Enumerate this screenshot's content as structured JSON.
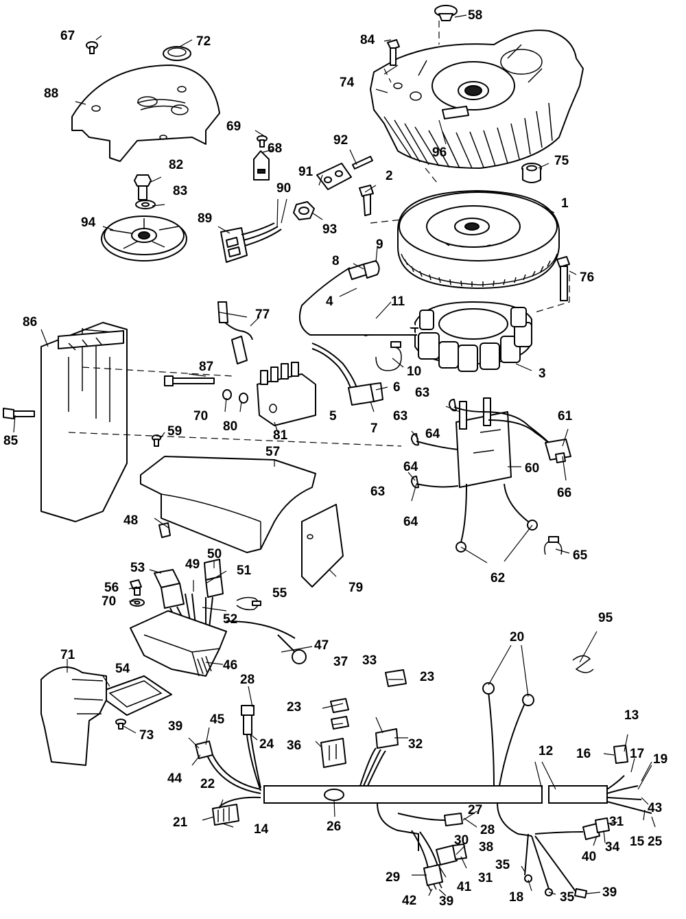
{
  "callouts": [
    "1",
    "2",
    "3",
    "4",
    "5",
    "6",
    "7",
    "8",
    "9",
    "10",
    "11",
    "12",
    "13",
    "14",
    "15",
    "16",
    "17",
    "18",
    "19",
    "20",
    "21",
    "22",
    "23",
    "23",
    "24",
    "25",
    "26",
    "27",
    "28",
    "28",
    "29",
    "30",
    "31",
    "31",
    "32",
    "33",
    "34",
    "35",
    "35",
    "36",
    "37",
    "38",
    "39",
    "39",
    "39",
    "40",
    "41",
    "42",
    "43",
    "44",
    "45",
    "46",
    "47",
    "48",
    "49",
    "50",
    "51",
    "52",
    "53",
    "54",
    "55",
    "56",
    "57",
    "58",
    "59",
    "60",
    "61",
    "62",
    "63",
    "63",
    "63",
    "64",
    "64",
    "64",
    "65",
    "66",
    "67",
    "68",
    "69",
    "70",
    "70",
    "71",
    "72",
    "73",
    "74",
    "75",
    "76",
    "77",
    "79",
    "80",
    "81",
    "82",
    "83",
    "84",
    "85",
    "86",
    "87",
    "88",
    "89",
    "90",
    "91",
    "92",
    "93",
    "94",
    "95",
    "96"
  ]
}
